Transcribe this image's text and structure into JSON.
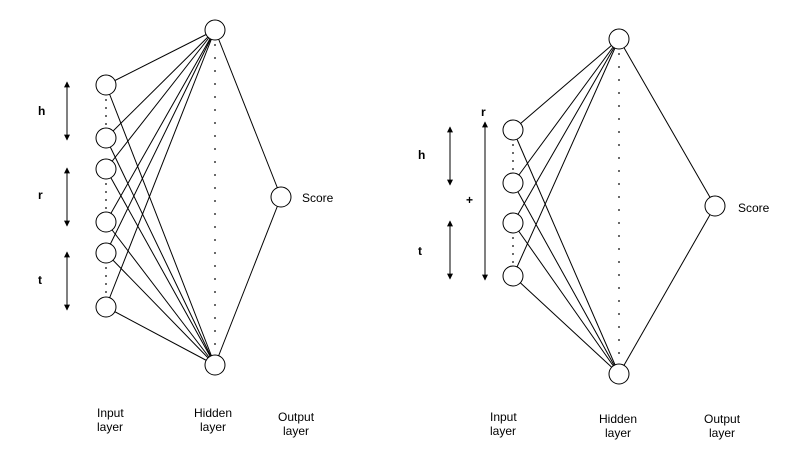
{
  "left_network": {
    "arrow_labels": {
      "h": "h",
      "r": "r",
      "t": "t"
    },
    "output_label": "Score",
    "captions": {
      "input": [
        "Input",
        "layer"
      ],
      "hidden": [
        "Hidden",
        "layer"
      ],
      "output": [
        "Output",
        "layer"
      ]
    }
  },
  "right_network": {
    "arrow_labels": {
      "h": "h",
      "r": "r",
      "t": "t",
      "plus": "+"
    },
    "output_label": "Score",
    "captions": {
      "input": [
        "Input",
        "layer"
      ],
      "hidden": [
        "Hidden",
        "layer"
      ],
      "output": [
        "Output",
        "layer"
      ]
    }
  },
  "colors": {
    "stroke": "#000000",
    "fill": "#ffffff"
  }
}
